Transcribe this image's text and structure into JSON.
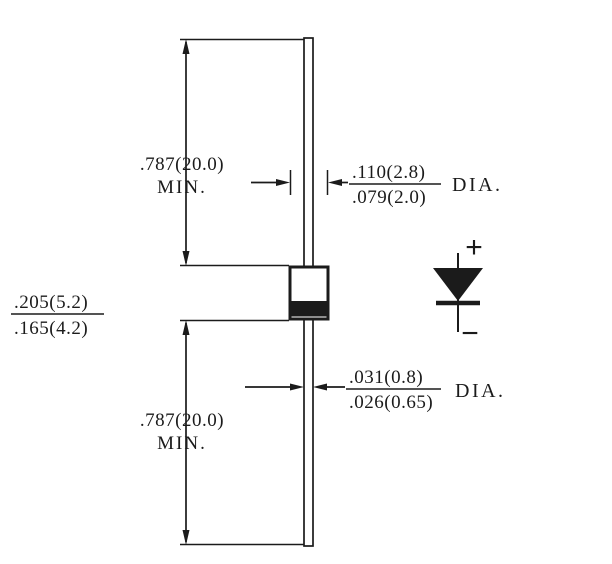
{
  "figure": {
    "description": "Axial-lead diode package outline drawing with dimensions in inches (millimeters) and polarity symbol",
    "colors": {
      "ink": "#1b1b1b",
      "paper": "#ffffff"
    },
    "dimensions": {
      "top_lead": {
        "value": ".787(20.0)",
        "qualifier": "MIN."
      },
      "bottom_lead": {
        "value": ".787(20.0)",
        "qualifier": "MIN."
      },
      "body_diameter": {
        "max": ".110(2.8)",
        "min": ".079(2.0)",
        "unit_label": "DIA."
      },
      "body_length": {
        "max": ".205(5.2)",
        "min": ".165(4.2)"
      },
      "lead_diameter": {
        "max": ".031(0.8)",
        "min": ".026(0.65)",
        "unit_label": "DIA."
      }
    },
    "polarity": {
      "positive": "+",
      "negative": "−"
    }
  }
}
